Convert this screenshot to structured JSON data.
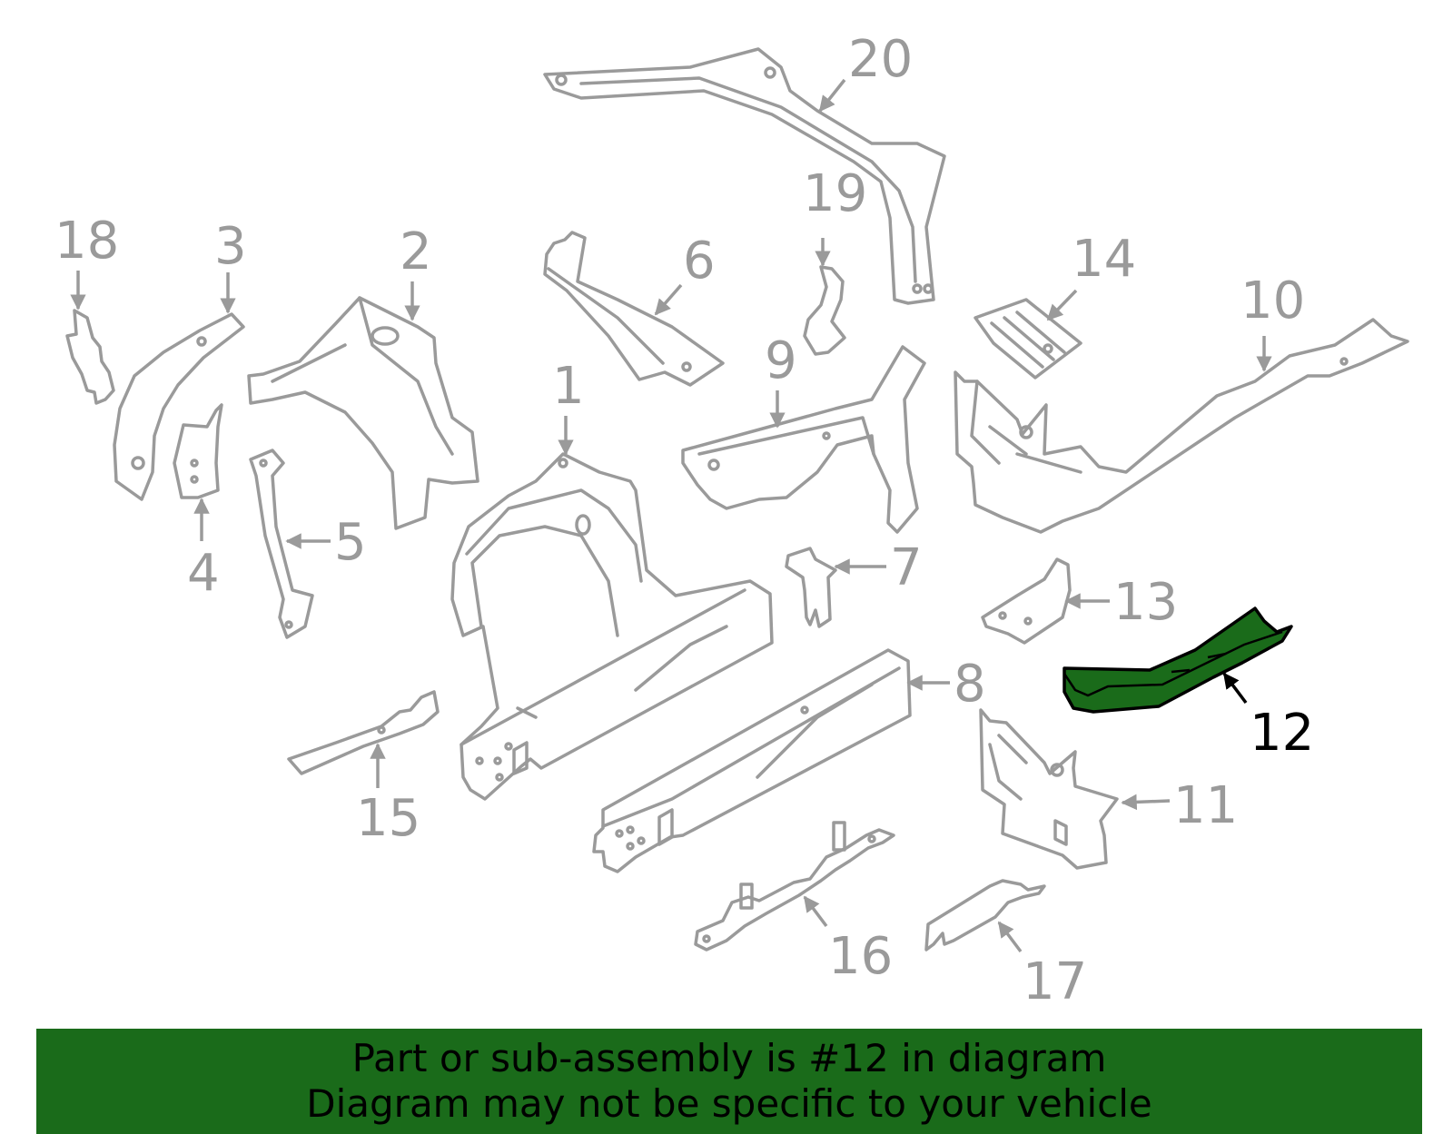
{
  "diagram": {
    "highlighted_part": "12",
    "highlight_color": "#1a6b1a",
    "line_color": "#9a9a9a",
    "callouts": [
      "1",
      "2",
      "3",
      "4",
      "5",
      "6",
      "7",
      "8",
      "9",
      "10",
      "11",
      "12",
      "13",
      "14",
      "15",
      "16",
      "17",
      "18",
      "19",
      "20"
    ]
  },
  "banner": {
    "line1": "Part or sub-assembly is #12 in diagram",
    "line2": "Diagram may not be specific to your vehicle",
    "background": "#1a6b1a"
  }
}
